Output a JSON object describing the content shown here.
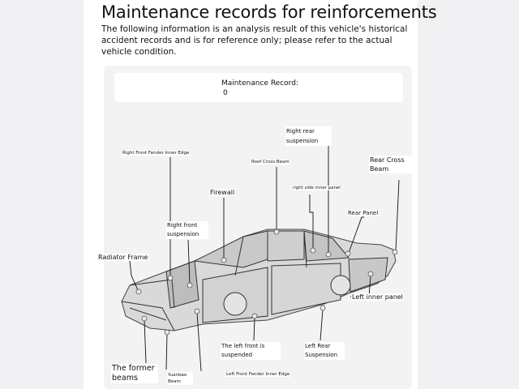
{
  "header": {
    "title": "Maintenance records for reinforcements",
    "subtitle": "The following information is an analysis result of this vehicle's historical accident records and is for reference only; please refer to the actual vehicle condition."
  },
  "record": {
    "label": "Maintenance Record:",
    "value": "0"
  },
  "parts": {
    "right_front_fender_inner_edge": "Right Front Fender Inner Edge",
    "roof_cross_beam": "Roof Cross Beam",
    "right_rear_suspension": "Right rear suspension",
    "rear_cross_beam": "Rear Cross Beam",
    "firewall": "Firewall",
    "right_side_inner_panel": "right side inner panel",
    "rear_panel": "Rear Panel",
    "right_front_suspension": "Right front suspension",
    "radiator_frame": "Radiator Frame",
    "left_inner_panel": "Left inner panel",
    "left_front_suspended": "The left front is suspended",
    "left_rear_suspension": "Left Rear Suspension",
    "former_beams": "The former beams",
    "yuanbao_beam": "Yuanbao Beam",
    "left_front_fender_inner_edge": "Left Front Fender Inner Edge"
  },
  "colors": {
    "marker": "#e9e9e9",
    "leader": "#111111",
    "panel": "#f3f3f3"
  }
}
